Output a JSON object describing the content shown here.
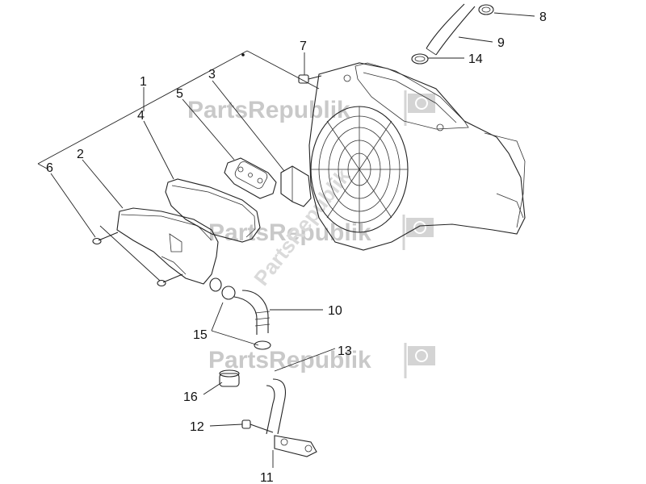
{
  "callouts": [
    {
      "id": "c1",
      "label": "1"
    },
    {
      "id": "c2",
      "label": "2"
    },
    {
      "id": "c3",
      "label": "3"
    },
    {
      "id": "c4",
      "label": "4"
    },
    {
      "id": "c5",
      "label": "5"
    },
    {
      "id": "c6",
      "label": "6"
    },
    {
      "id": "c7",
      "label": "7"
    },
    {
      "id": "c8",
      "label": "8"
    },
    {
      "id": "c9",
      "label": "9"
    },
    {
      "id": "c10",
      "label": "10"
    },
    {
      "id": "c11",
      "label": "11"
    },
    {
      "id": "c12",
      "label": "12"
    },
    {
      "id": "c13",
      "label": "13"
    },
    {
      "id": "c14",
      "label": "14"
    },
    {
      "id": "c15",
      "label": "15"
    },
    {
      "id": "c16",
      "label": "16"
    }
  ],
  "watermark": {
    "text": "PartsRepublik"
  }
}
